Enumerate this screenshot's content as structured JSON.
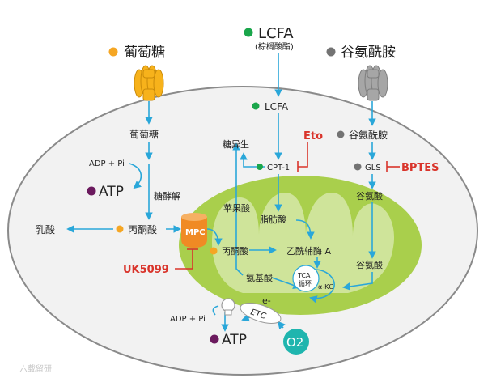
{
  "colors": {
    "arrow": "#2aa7d9",
    "glucose_dot": "#f5a623",
    "lcfa_dot": "#1aa64b",
    "glutamine_dot": "#737373",
    "atp_dot": "#6b1a5e",
    "inhibitor": "#d9342b",
    "mitochondrion": "#a9cf4c",
    "mito_inner": "#cfe49a",
    "cell": "#f2f2f2",
    "mpc": "#f08a24",
    "o2": "#1fb5ae"
  },
  "inputs": {
    "glucose": "葡萄糖",
    "lcfa": "LCFA",
    "lcfa_note": "(棕榈酸酯)",
    "glutamine": "谷氨酰胺"
  },
  "cytosol": {
    "glucose": "葡萄糖",
    "adp_pi": "ADP + Pi",
    "atp": "ATP",
    "glycolysis": "糖酵解",
    "pyruvate": "丙酮酸",
    "lactate": "乳酸",
    "lcfa": "LCFA",
    "cpt1": "CPT-1",
    "gluconeogenesis": "糖异生",
    "glutamine": "谷氨酰胺",
    "gls": "GLS",
    "glutamate": "谷氨酸"
  },
  "inhibitors": {
    "eto": "Eto",
    "bptes": "BPTES",
    "uk5099": "UK5099"
  },
  "mito": {
    "mpc": "MPC",
    "malate": "苹果酸",
    "fatty_acid": "脂肪酸",
    "pyruvate": "丙酮酸",
    "acetyl_coa": "乙酰辅酶 A",
    "glutamate": "谷氨酸",
    "amino_acid": "氨基酸",
    "tca": "TCA",
    "cycle": "循环",
    "akg": "α-KG",
    "electron": "e-",
    "etc": "ETC",
    "adp_pi": "ADP + Pi",
    "atp": "ATP",
    "o2": "O2"
  },
  "watermark": "六载留研"
}
